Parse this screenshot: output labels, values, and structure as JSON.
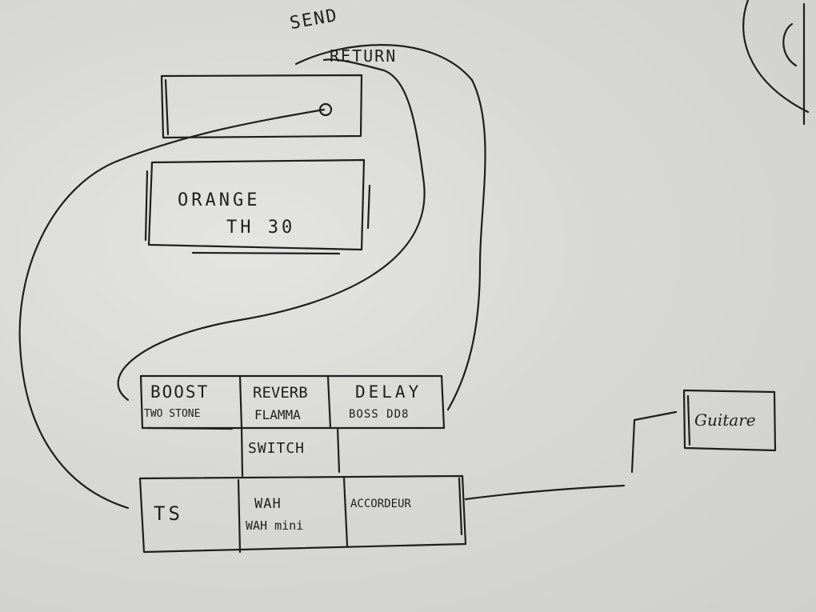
{
  "labels": {
    "send": "SEND",
    "return": "RETURN",
    "amp_line1": "ORANGE",
    "amp_line2": "TH 30",
    "boost": "BOOST",
    "boost_model": "TWO STONE",
    "reverb": "REVERB",
    "reverb_model": "FLAMMA",
    "delay": "DELAY",
    "delay_model": "BOSS DD8",
    "switch": "SWITCH",
    "ts": "TS",
    "wah_line1": "WAH",
    "wah_line2": "WAH mini",
    "accordeur": "ACCORDEUR",
    "guitare": "Guitare"
  },
  "colors": {
    "ink": "#1e1e1e",
    "paper": "#dcdcd8"
  }
}
